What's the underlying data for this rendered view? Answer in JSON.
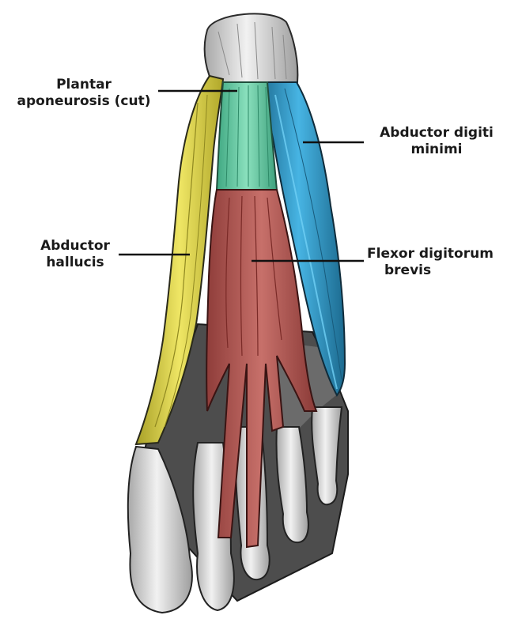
{
  "labels": {
    "plantar_aponeurosis": {
      "line1": "Plantar",
      "line2": "aponeurosis (cut)"
    },
    "abductor_digiti_minimi": {
      "line1": "Abductor digiti",
      "line2": "minimi"
    },
    "abductor_hallucis": {
      "line1": "Abductor",
      "line2": "hallucis"
    },
    "flexor_digitorum_brevis": {
      "line1": "Flexor digitorum",
      "line2": "brevis"
    }
  },
  "colors": {
    "plantar_aponeurosis": "#5fc9a0",
    "abductor_digiti_minimi": "#2f93c2",
    "abductor_hallucis": "#d9cf3a",
    "flexor_digitorum_brevis": "#b5534f",
    "bone": "#e6e6e6",
    "bone_shadow": "#9a9a9a",
    "deep_tissue": "#5a5a5a",
    "leader_line": "#111111"
  }
}
